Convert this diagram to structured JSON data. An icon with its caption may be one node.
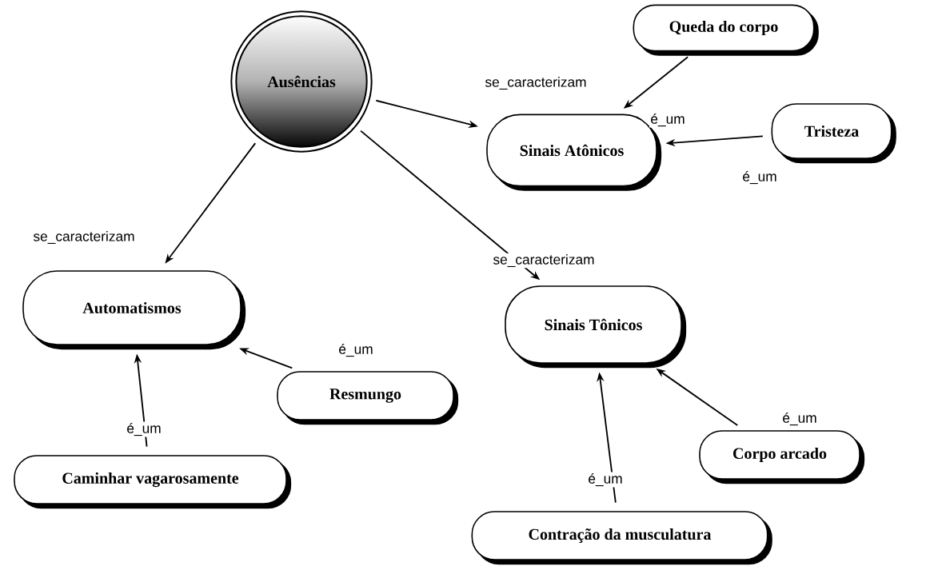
{
  "diagram": {
    "nodes": [
      {
        "text": [
          "Ausências"
        ]
      },
      {
        "text": [
          "Queda do corpo"
        ]
      },
      {
        "text": [
          "Sinais Atônicos"
        ]
      },
      {
        "text": [
          "Tristeza"
        ]
      },
      {
        "text": [
          "Automatismos"
        ]
      },
      {
        "text": [
          "Sinais Tônicos"
        ]
      },
      {
        "text": [
          "Resmungo"
        ]
      },
      {
        "text": [
          "Caminhar vagarosamente"
        ]
      },
      {
        "text": [
          "Corpo arcado"
        ]
      },
      {
        "text": [
          "Contração da musculatura"
        ]
      }
    ],
    "edges": [
      {
        "from": 0,
        "to": 2,
        "arrow": "to",
        "label": "se_caracterizam"
      },
      {
        "from": 0,
        "to": 4,
        "arrow": "to",
        "label": "se_caracterizam"
      },
      {
        "from": 0,
        "to": 5,
        "arrow": "to",
        "label": "se_caracterizam"
      },
      {
        "from": 1,
        "to": 2,
        "arrow": "to",
        "label": "é_um"
      },
      {
        "from": 3,
        "to": 2,
        "arrow": "to",
        "label": "é_um"
      },
      {
        "from": 6,
        "to": 4,
        "arrow": "to",
        "label": "é_um"
      },
      {
        "from": 7,
        "to": 4,
        "arrow": "to",
        "label": "é_um"
      },
      {
        "from": 8,
        "to": 5,
        "arrow": "to",
        "label": "é_um"
      },
      {
        "from": 9,
        "to": 5,
        "arrow": "to",
        "label": "é_um"
      }
    ]
  }
}
